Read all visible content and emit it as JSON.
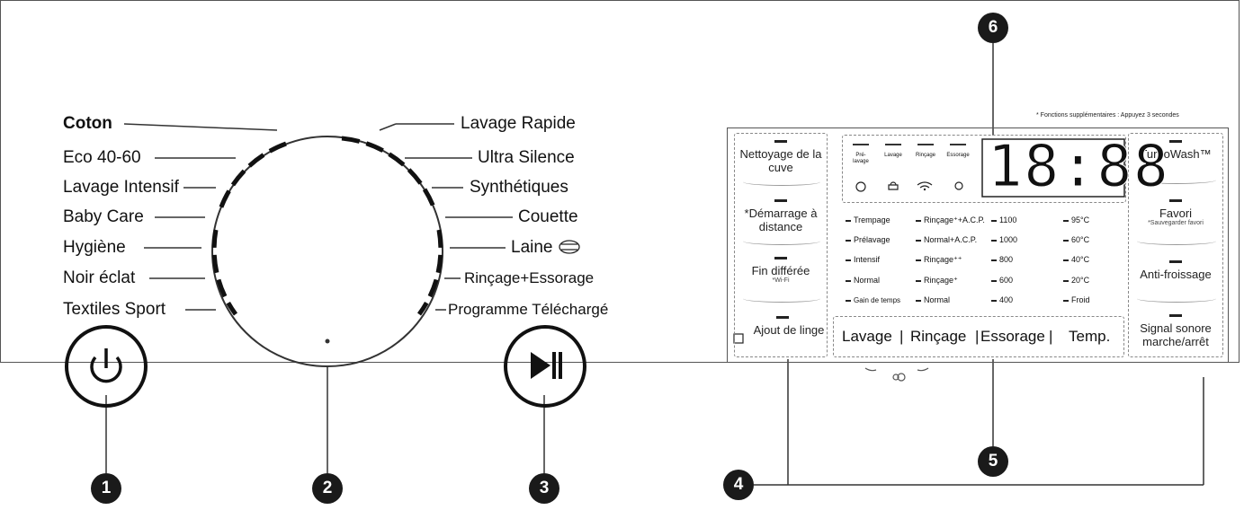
{
  "callouts": [
    "1",
    "2",
    "3",
    "4",
    "5",
    "6"
  ],
  "programs_left": [
    "Coton",
    "Eco 40-60",
    "Lavage Intensif",
    "Baby Care",
    "Hygiène",
    "Noir éclat",
    "Textiles Sport"
  ],
  "programs_right": [
    "Lavage Rapide",
    "Ultra Silence",
    "Synthétiques",
    "Couette",
    "Laine",
    "Rinçage+Essorage",
    "Programme Téléchargé"
  ],
  "note": "* Fonctions supplémentaires : Appuyez 3 secondes",
  "display_digits": "18:88",
  "left_buttons": [
    {
      "label": "Nettoyage de la cuve",
      "sub": ""
    },
    {
      "label": "*Démarrage à distance",
      "sub": ""
    },
    {
      "label": "Fin différée",
      "sub": "*Wi-Fi"
    },
    {
      "label": "Ajout de linge",
      "sub": ""
    }
  ],
  "right_buttons": [
    {
      "label": "TurboWash™",
      "sub": ""
    },
    {
      "label": "Favori",
      "sub": "*Sauvegarder favori"
    },
    {
      "label": "Anti-froissage",
      "sub": ""
    },
    {
      "label": "Signal sonore marche/arrêt",
      "sub": ""
    }
  ],
  "indicators": [
    "Pré-lavage",
    "Lavage",
    "Rinçage",
    "Essorage"
  ],
  "options": {
    "col1": [
      "Trempage",
      "Prélavage",
      "Intensif",
      "Normal",
      "Gain de temps"
    ],
    "col2": [
      "Rinçage⁺+A.C.P.",
      "Normal+A.C.P.",
      "Rinçage⁺⁺",
      "Rinçage⁺",
      "Normal"
    ],
    "col3": [
      "1100",
      "1000",
      "800",
      "600",
      "400"
    ],
    "col4": [
      "95°C",
      "60°C",
      "40°C",
      "20°C",
      "Froid"
    ]
  },
  "phases": [
    "Lavage",
    "Rinçage",
    "Essorage",
    "Temp."
  ]
}
